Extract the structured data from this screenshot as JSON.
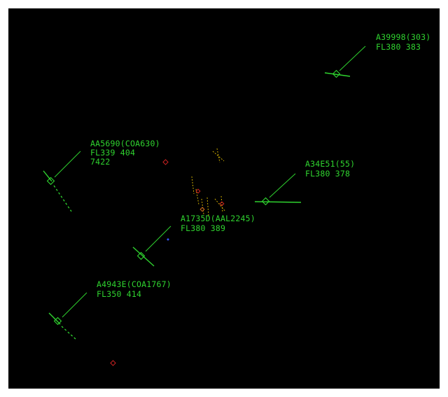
{
  "scope": {
    "background": "#000000",
    "frame": "#ffffff",
    "label_color": "#2fd32f"
  },
  "targets": [
    {
      "id": "t1",
      "line1": "A39998(303)",
      "line2": "FL380 383",
      "line3": ""
    },
    {
      "id": "t2",
      "line1": "AA5690(COA630)",
      "line2": "FL339 404",
      "line3": "7422"
    },
    {
      "id": "t3",
      "line1": "A34E51(55)",
      "line2": "FL380 378",
      "line3": ""
    },
    {
      "id": "t4",
      "line1": "A1735D(AAL2245)",
      "line2": "FL380 389",
      "line3": ""
    },
    {
      "id": "t5",
      "line1": "A4943E(COA1767)",
      "line2": "FL350 414",
      "line3": ""
    }
  ],
  "colors": {
    "primary_target": "#2fd32f",
    "unassociated_return": "#cc2222",
    "weather_trail": "#c8a800",
    "secondary_blip": "#3355ff"
  }
}
